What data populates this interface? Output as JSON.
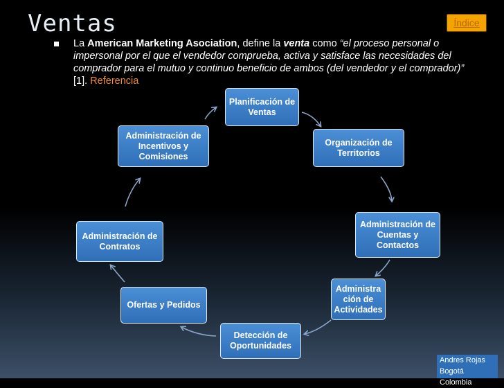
{
  "slide": {
    "title": "Ventas",
    "index_button": "Índice"
  },
  "bullet": {
    "prefix": "La ",
    "org": "American Marketing Asociation",
    "mid1": ", define la ",
    "term": "venta",
    "mid2": " como ",
    "quote": "“el proceso personal o impersonal por el que el vendedor comprueba, activa y satisface las necesidades del comprador para el mutuo y continuo beneficio de ambos (del vendedor y el comprador)”",
    "cite": " [1]. ",
    "link": "Referencia"
  },
  "cycle": [
    "Planificación de Ventas",
    "Organización de Territorios",
    "Administración de Cuentas y Contactos",
    "Administra ción de Actividades",
    "Detección de Oportunidades",
    "Ofertas y Pedidos",
    "Administración de Contratos",
    "Administración de Incentivos y Comisiones"
  ],
  "footer": {
    "author_line1": "Andres Rojas",
    "author_line2": "Bogotá Colombia"
  },
  "colors": {
    "node_fill": "#3a7fc8",
    "node_border": "#dfe9f5",
    "arrow": "#8aa6c8",
    "link": "#f08a2a",
    "index_button": "#f5a300"
  }
}
